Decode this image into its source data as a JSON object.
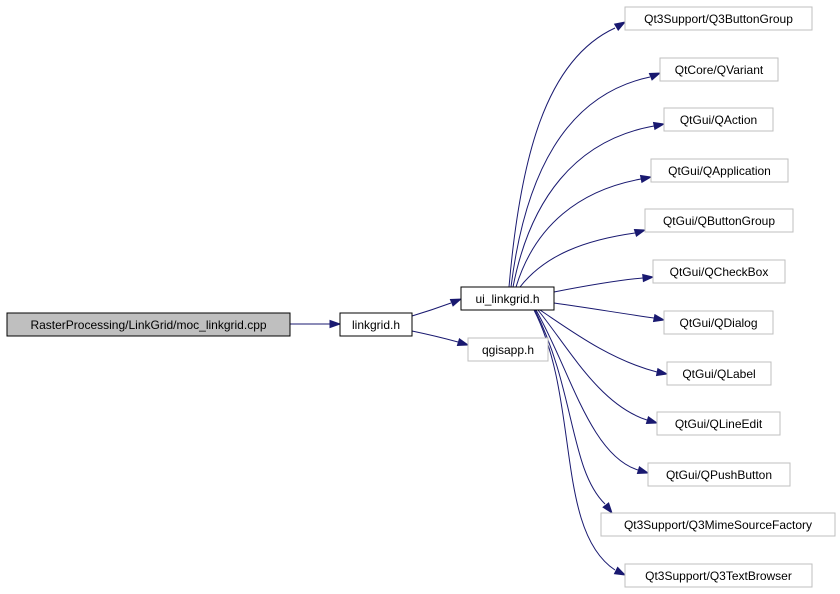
{
  "colors": {
    "edge": "#191970",
    "border_main": "#000000",
    "border_external": "#bfbfbf",
    "fill_source": "#bfbfbf",
    "fill_default": "#ffffff"
  },
  "nodes": {
    "source": "RasterProcessing/LinkGrid/moc_linkgrid.cpp",
    "linkgrid": "linkgrid.h",
    "ui_linkgrid": "ui_linkgrid.h",
    "qgisapp": "qgisapp.h",
    "q3buttongroup": "Qt3Support/Q3ButtonGroup",
    "qvariant": "QtCore/QVariant",
    "qaction": "QtGui/QAction",
    "qapplication": "QtGui/QApplication",
    "qbuttongroup": "QtGui/QButtonGroup",
    "qcheckbox": "QtGui/QCheckBox",
    "qdialog": "QtGui/QDialog",
    "qlabel": "QtGui/QLabel",
    "qlineedit": "QtGui/QLineEdit",
    "qpushbutton": "QtGui/QPushButton",
    "q3mimesourcefactory": "Qt3Support/Q3MimeSourceFactory",
    "q3textbrowser": "Qt3Support/Q3TextBrowser"
  }
}
